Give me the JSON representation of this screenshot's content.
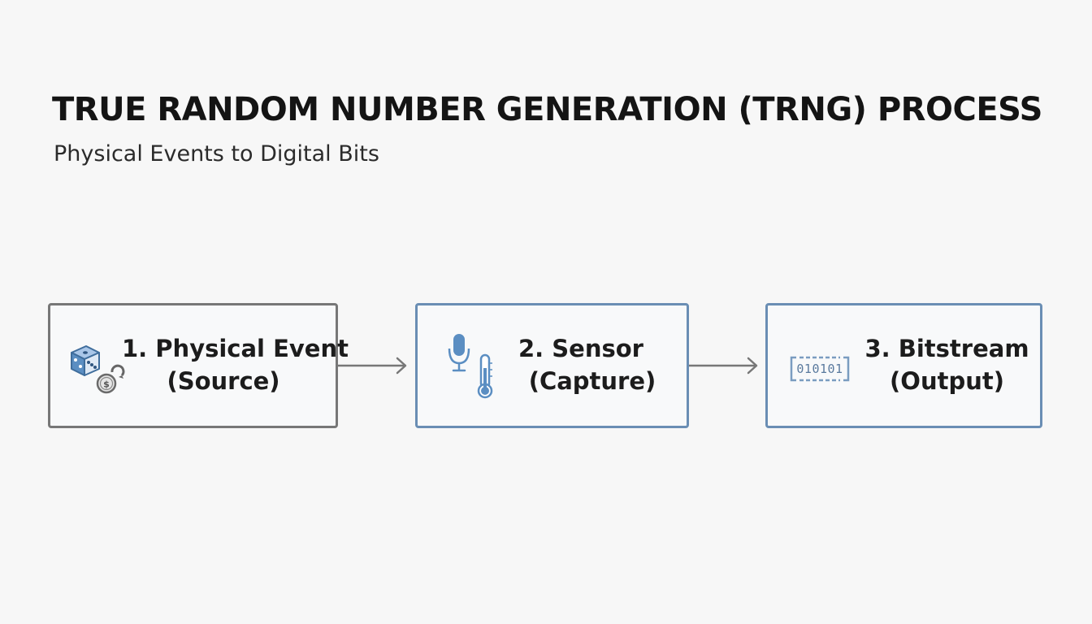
{
  "title": "TRUE RANDOM NUMBER GENERATION (TRNG) PROCESS",
  "subtitle": "Physical Events to Digital Bits",
  "steps": [
    {
      "line1": "1. Physical Event",
      "line2": "(Source)",
      "icons": [
        "dice-icon",
        "coin-icon"
      ]
    },
    {
      "line1": "2. Sensor",
      "line2": "(Capture)",
      "icons": [
        "microphone-icon",
        "thermometer-icon"
      ]
    },
    {
      "line1": "3. Bitstream",
      "line2": "(Output)",
      "icons": [
        "binary-stream-icon"
      ],
      "icon_text": "010101"
    }
  ],
  "colors": {
    "background": "#f7f7f7",
    "source_border": "#777777",
    "step_border": "#6a8eb4",
    "icon_blue": "#5b8ec2",
    "arrow": "#777777"
  }
}
